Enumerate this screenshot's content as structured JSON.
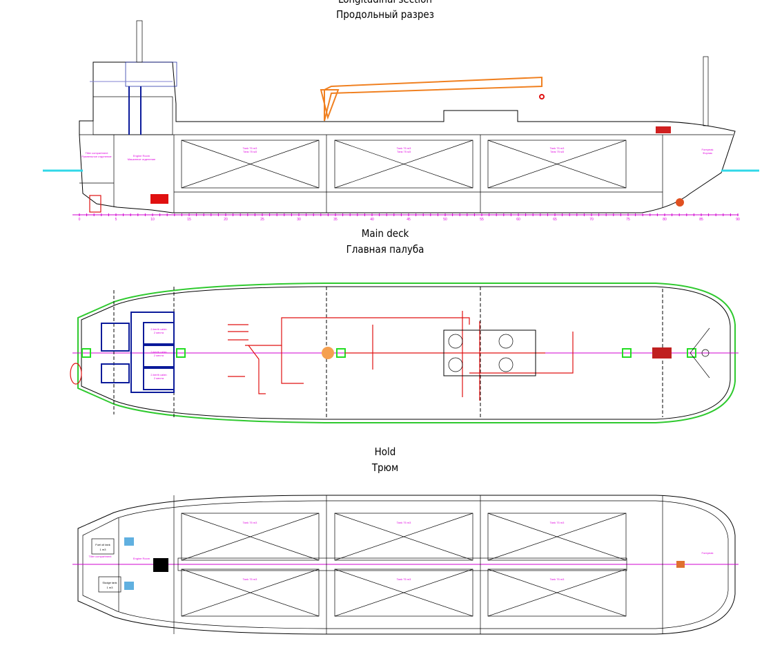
{
  "sections": {
    "profile": {
      "title_en": "Longitudinal section",
      "title_ru": "Продольный разрез"
    },
    "main_deck": {
      "title_en": "Main deck",
      "title_ru": "Главная палуба"
    },
    "hold": {
      "title_en": "Hold",
      "title_ru": "Трюм"
    }
  },
  "labels": {
    "tiller_en": "Tiller compartment",
    "tiller_ru": "Румпельное отделение",
    "engine_en": "Engine Room",
    "engine_ru": "Машинное отделение",
    "forepeak_en": "Forepeak",
    "forepeak_ru": "Форпик",
    "tank_en": "Tank 75 m3",
    "tank_ru": "Танк 75 м3",
    "cabin_en": "2-berth cabin",
    "cabin_ru": "2 места",
    "fuel_tank_en": "Fuel oil tank",
    "fuel_tank_ru": "1 m3",
    "sludge_tank_en": "Sludge tank",
    "sludge_tank_ru": "1 m3"
  },
  "frame_scale": [
    0,
    5,
    10,
    15,
    20,
    25,
    30,
    35,
    40,
    45,
    50,
    55,
    60,
    65,
    70,
    75,
    80,
    85,
    90
  ],
  "colors": {
    "hull": "#000000",
    "piping": "#e01010",
    "crane": "#f08020",
    "deckhouse": "#0a1a9a",
    "bulwark": "#2ec92e",
    "centerline": "#d000d0",
    "waterline": "#30d8e8"
  }
}
